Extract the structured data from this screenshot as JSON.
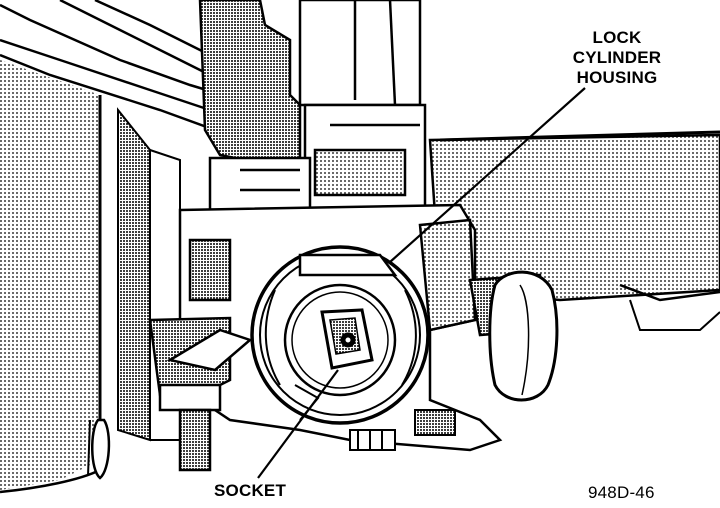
{
  "callouts": {
    "lock_cylinder_housing": [
      "LOCK",
      "CYLINDER",
      "HOUSING"
    ],
    "socket": "SOCKET"
  },
  "figure_id": "948D-46"
}
